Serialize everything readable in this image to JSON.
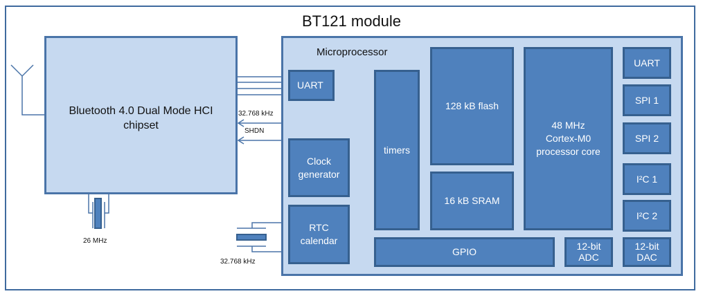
{
  "title": "BT121 module",
  "chipset": {
    "label": "Bluetooth 4.0 Dual Mode HCI\nchipset",
    "crystal": "26 MHz"
  },
  "signals": {
    "clock": "32.768 kHz",
    "shutdown": "SHDN",
    "rtc_crystal": "32.768 kHz"
  },
  "microprocessor": {
    "label": "Microprocessor",
    "blocks": {
      "uart_internal": "UART",
      "clock_generator": "Clock\ngenerator",
      "rtc": "RTC\ncalendar",
      "timers": "timers",
      "flash": "128 kB flash",
      "sram": "16 kB SRAM",
      "core": "48 MHz\nCortex-M0\nprocessor core",
      "gpio": "GPIO",
      "adc": "12-bit\nADC",
      "uart": "UART",
      "spi1": "SPI 1",
      "spi2": "SPI 2",
      "i2c1": "I²C 1",
      "i2c2": "I²C 2",
      "dac": "12-bit\nDAC"
    }
  },
  "colors": {
    "block": "#4f81bd",
    "container": "#c6d9f0",
    "line": "#4a74a8"
  }
}
